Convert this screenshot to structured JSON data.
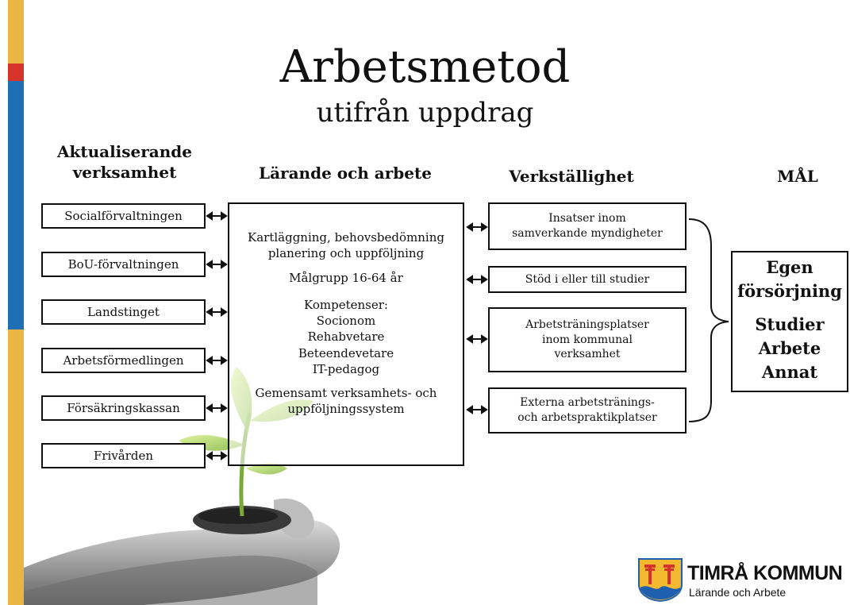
{
  "colors": {
    "bar_yellow": "#E9B643",
    "bar_red": "#D6332A",
    "bar_blue": "#1F6FB4",
    "logo_red": "#D6332A",
    "logo_yellow": "#F3BA2F",
    "logo_blue": "#1F5FAF"
  },
  "title": "Arbetsmetod",
  "subtitle": "utifrån uppdrag",
  "columns": {
    "aktualiserande": "Aktualiserande verksamhet",
    "larande": "Lärande och arbete",
    "verkstallighet": "Verkställighet",
    "mal": "MÅL"
  },
  "left_boxes": [
    "Socialförvaltningen",
    "BoU-förvaltningen",
    "Landstinget",
    "Arbetsförmedlingen",
    "Försäkringskassan",
    "Frivården"
  ],
  "center": {
    "line1": "Kartläggning, behovsbedömning",
    "line2": "planering och uppföljning",
    "malgrupp": "Målgrupp 16-64 år",
    "kompetenser": "Kompetenser:",
    "roles": [
      "Socionom",
      "Rehabvetare",
      "Beteendevetare",
      "IT-pedagog"
    ],
    "system_1": "Gemensamt verksamhets-  och",
    "system_2": "uppföljningssystem"
  },
  "verk_boxes": [
    {
      "line1": "Insatser inom",
      "line2": "samverkande myndigheter",
      "line3": ""
    },
    {
      "line1": "Stöd i eller till studier",
      "line2": "",
      "line3": ""
    },
    {
      "line1": "Arbetsträningsplatser",
      "line2": "inom kommunal",
      "line3": "verksamhet"
    },
    {
      "line1": "Externa arbetstränings-",
      "line2": "och arbetspraktikplatser",
      "line3": ""
    }
  ],
  "goal": {
    "egen_1": "Egen",
    "egen_2": "försörjning",
    "items": [
      "Studier",
      "Arbete",
      "Annat"
    ]
  },
  "logo": {
    "name": "TIMRÅ KOMMUN",
    "tagline": "Lärande och Arbete",
    "icon": "crest-icon"
  },
  "photo": {
    "icon": "hands-with-seedling-icon"
  }
}
